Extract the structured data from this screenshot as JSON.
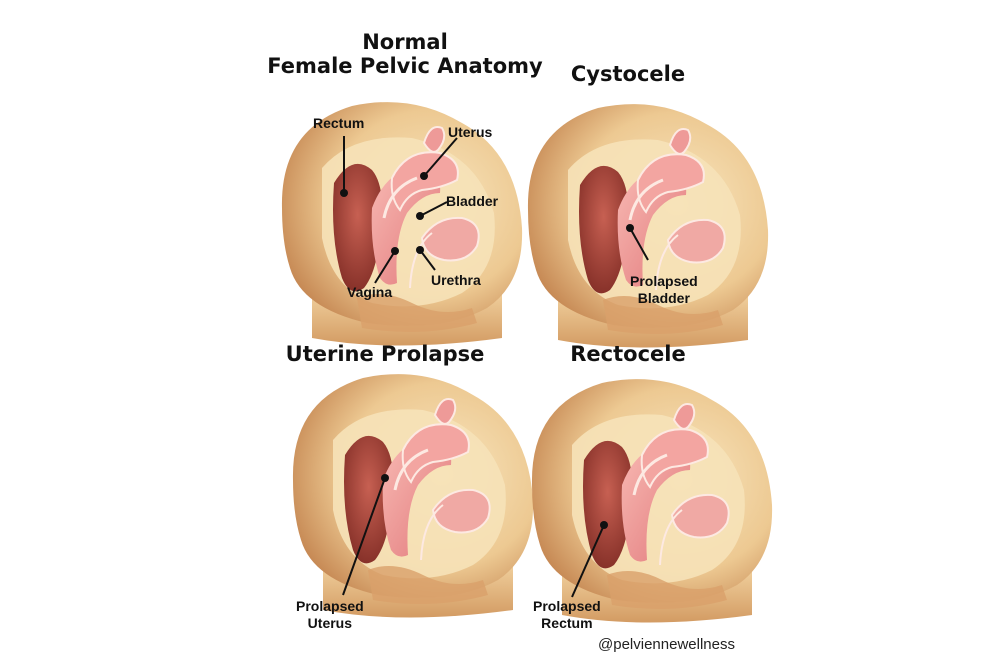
{
  "panels": {
    "normal": {
      "title_line1": "Normal",
      "title_line2": "Female Pelvic Anatomy",
      "labels": {
        "rectum": "Rectum",
        "uterus": "Uterus",
        "bladder": "Bladder",
        "vagina": "Vagina",
        "urethra": "Urethra"
      }
    },
    "cystocele": {
      "title": "Cystocele",
      "label_line1": "Prolapsed",
      "label_line2": "Bladder"
    },
    "uterine_prolapse": {
      "title": "Uterine Prolapse",
      "label_line1": "Prolapsed",
      "label_line2": "Uterus"
    },
    "rectocele": {
      "title": "Rectocele",
      "label_line1": "Prolapsed",
      "label_line2": "Rectum"
    }
  },
  "credit": "@pelviennewellness",
  "colors": {
    "skin_dark": "#c98a55",
    "skin_light": "#f3dcae",
    "tissue_pink": "#ee9a98",
    "rectum_red": "#a8473a",
    "line_white": "#fde9e2"
  }
}
